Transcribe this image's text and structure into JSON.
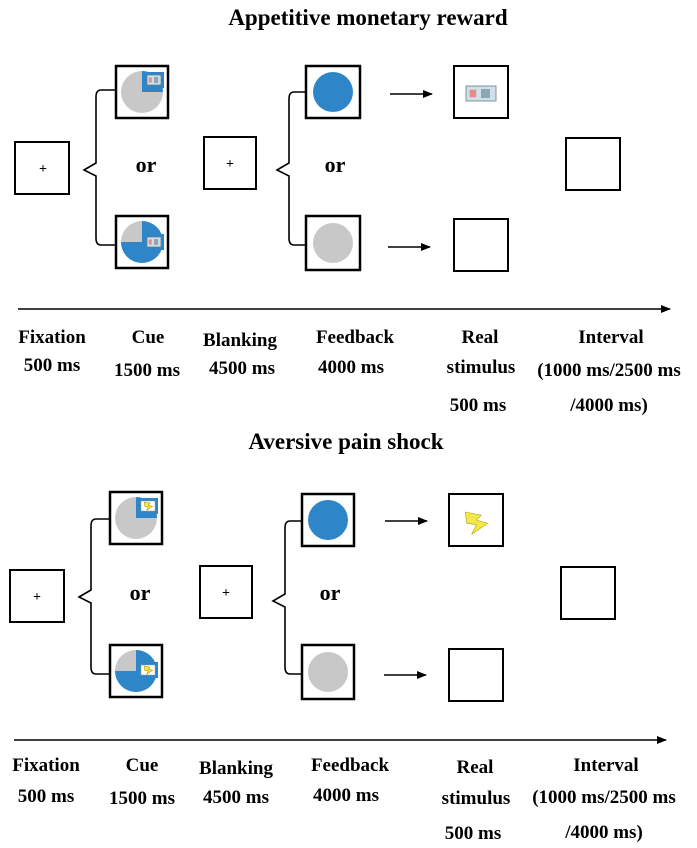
{
  "colors": {
    "blue": "#2e86c9",
    "gray": "#c8c8c8",
    "yellow": "#f2e84a",
    "banknote": "#cfe0e8"
  },
  "or_label": "or",
  "plus": "+",
  "panels": [
    {
      "title": "Appetitive monetary reward",
      "cue_icon": "banknote-icon",
      "outcome_icon": "banknote-icon",
      "cue_blue_fractions": [
        0.25,
        0.75
      ],
      "phases": [
        {
          "name": "Fixation",
          "time": "500 ms",
          "extra": ""
        },
        {
          "name": "Cue",
          "time": "1500 ms",
          "extra": ""
        },
        {
          "name": "Blanking",
          "time": "4500 ms",
          "extra": ""
        },
        {
          "name": "Feedback",
          "time": "4000 ms",
          "extra": ""
        },
        {
          "name": "Real",
          "time": "stimulus",
          "extra": "500 ms"
        },
        {
          "name": "Interval",
          "time": "(1000 ms/2500 ms",
          "extra": "/4000 ms)"
        }
      ]
    },
    {
      "title": "Aversive pain shock",
      "cue_icon": "lightning-icon",
      "outcome_icon": "lightning-icon",
      "cue_blue_fractions": [
        0.25,
        0.75
      ],
      "phases": [
        {
          "name": "Fixation",
          "time": "500 ms",
          "extra": ""
        },
        {
          "name": "Cue",
          "time": "1500 ms",
          "extra": ""
        },
        {
          "name": "Blanking",
          "time": "4500 ms",
          "extra": ""
        },
        {
          "name": "Feedback",
          "time": "4000 ms",
          "extra": ""
        },
        {
          "name": "Real",
          "time": "stimulus",
          "extra": "500 ms"
        },
        {
          "name": "Interval",
          "time": "(1000 ms/2500 ms",
          "extra": "/4000 ms)"
        }
      ]
    }
  ]
}
